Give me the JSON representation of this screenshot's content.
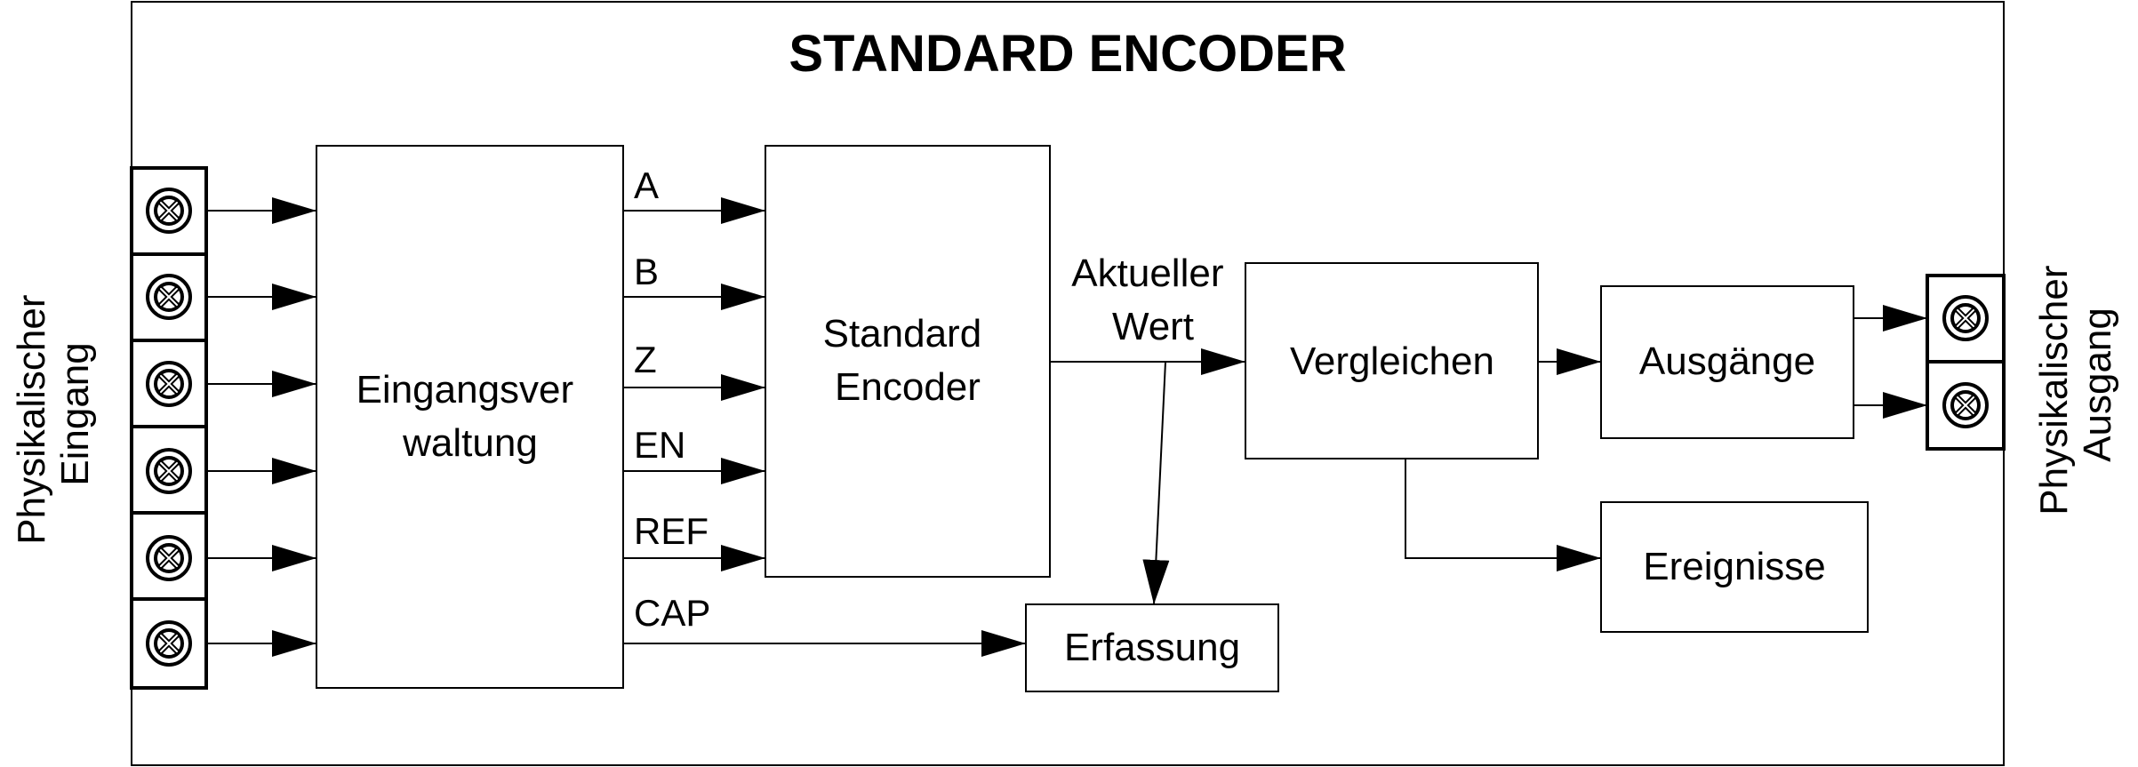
{
  "title": "STANDARD ENCODER",
  "input_side_label": [
    "Physikalischer",
    "Eingang"
  ],
  "output_side_label": [
    "Physikalischer",
    "Ausgang"
  ],
  "blocks": {
    "input_mgmt": [
      "Eingangsver",
      "waltung"
    ],
    "encoder": [
      "Standard",
      "Encoder"
    ],
    "compare": "Vergleichen",
    "outputs": "Ausgänge",
    "events": "Ereignisse",
    "capture": "Erfassung"
  },
  "signals": {
    "a": "A",
    "b": "B",
    "z": "Z",
    "en": "EN",
    "ref": "REF",
    "cap": "CAP"
  },
  "current_value_label": [
    "Aktueller",
    "Wert"
  ],
  "icons": {
    "terminal": "screw-terminal-icon"
  }
}
